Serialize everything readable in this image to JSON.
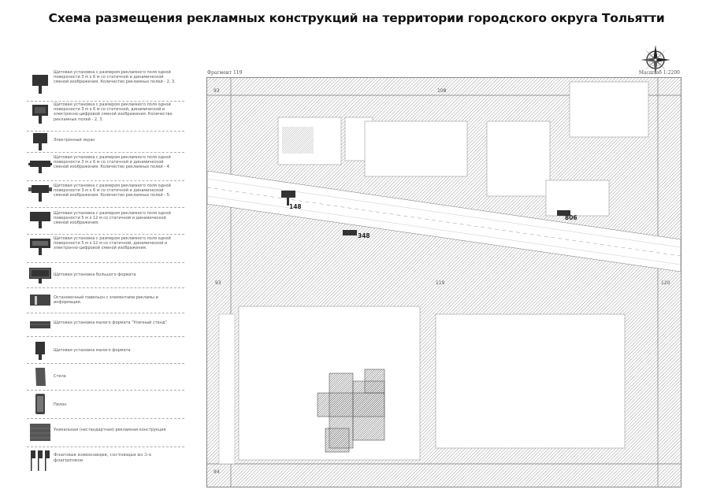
{
  "title": "Схема размещения рекламных конструкций на территории городского округа Тольятти",
  "header": {
    "fragment": "Фрагмент 119",
    "scale": "Масштаб 1:2200"
  },
  "legend": [
    {
      "icon": "billboard-3x6-icon",
      "text": "Щитовая установка с размером рекламного поля одной поверхности 3 м х 6 м со статичной и динамической сменой изображения. Количество рекламных полей - 2, 3."
    },
    {
      "icon": "billboard-3x6-digital-icon",
      "text": "Щитовая установка с размером рекламного поля одной поверхности 3 м х 6 м со статичной, динамической и электронно-цифровой сменой изображения. Количество рекламных полей - 2, 3."
    },
    {
      "icon": "electronic-screen-icon",
      "text": "Электронный экран"
    },
    {
      "icon": "billboard-4-fields-icon",
      "text": "Щитовая установка с размером рекламного поля одной поверхности 3 м х 6 м со статичной и динамической сменой изображения. Количество рекламных полей - 4."
    },
    {
      "icon": "billboard-5-fields-icon",
      "text": "Щитовая установка с размером рекламного поля одной поверхности 3 м х 6 м со статичной и динамической сменой изображения. Количество рекламных полей - 5."
    },
    {
      "icon": "billboard-5x12-icon",
      "text": "Щитовая установка с размером рекламного поля одной поверхности 5 м х 12 м со статичной и динамической сменой изображения."
    },
    {
      "icon": "billboard-5x12-digital-icon",
      "text": "Щитовая установка с размером рекламного поля одной поверхности 5 м х 12 м со статичной, динамической и электронно-цифровой сменой изображения."
    },
    {
      "icon": "large-billboard-icon",
      "text": "Щитовая установка большого формата"
    },
    {
      "icon": "bus-stop-pavilion-icon",
      "text": "Остановочный павильон с элементами рекламы и информации."
    },
    {
      "icon": "small-billboard-stand-icon",
      "text": "Щитовая установка малого формата \"Уличный стенд\""
    },
    {
      "icon": "small-billboard-icon",
      "text": "Щитовая установка малого формата"
    },
    {
      "icon": "stela-icon",
      "text": "Стела"
    },
    {
      "icon": "pylon-icon",
      "text": "Пилон"
    },
    {
      "icon": "unique-structure-icon",
      "text": "Уникальная (нестандартная) рекламная конструкция"
    },
    {
      "icon": "flag-composition-icon",
      "text": "Флаговая композиция, состоящая из 3-х флагштоков"
    }
  ],
  "map": {
    "sheet_numbers": {
      "top_left": "93",
      "top_center": "108",
      "mid_left": "93",
      "center": "119",
      "mid_right": "120",
      "bottom_left": "94"
    },
    "markers": [
      {
        "id": "148",
        "type": "billboard"
      },
      {
        "id": "348",
        "type": "billboard"
      },
      {
        "id": "806",
        "type": "billboard"
      }
    ]
  }
}
